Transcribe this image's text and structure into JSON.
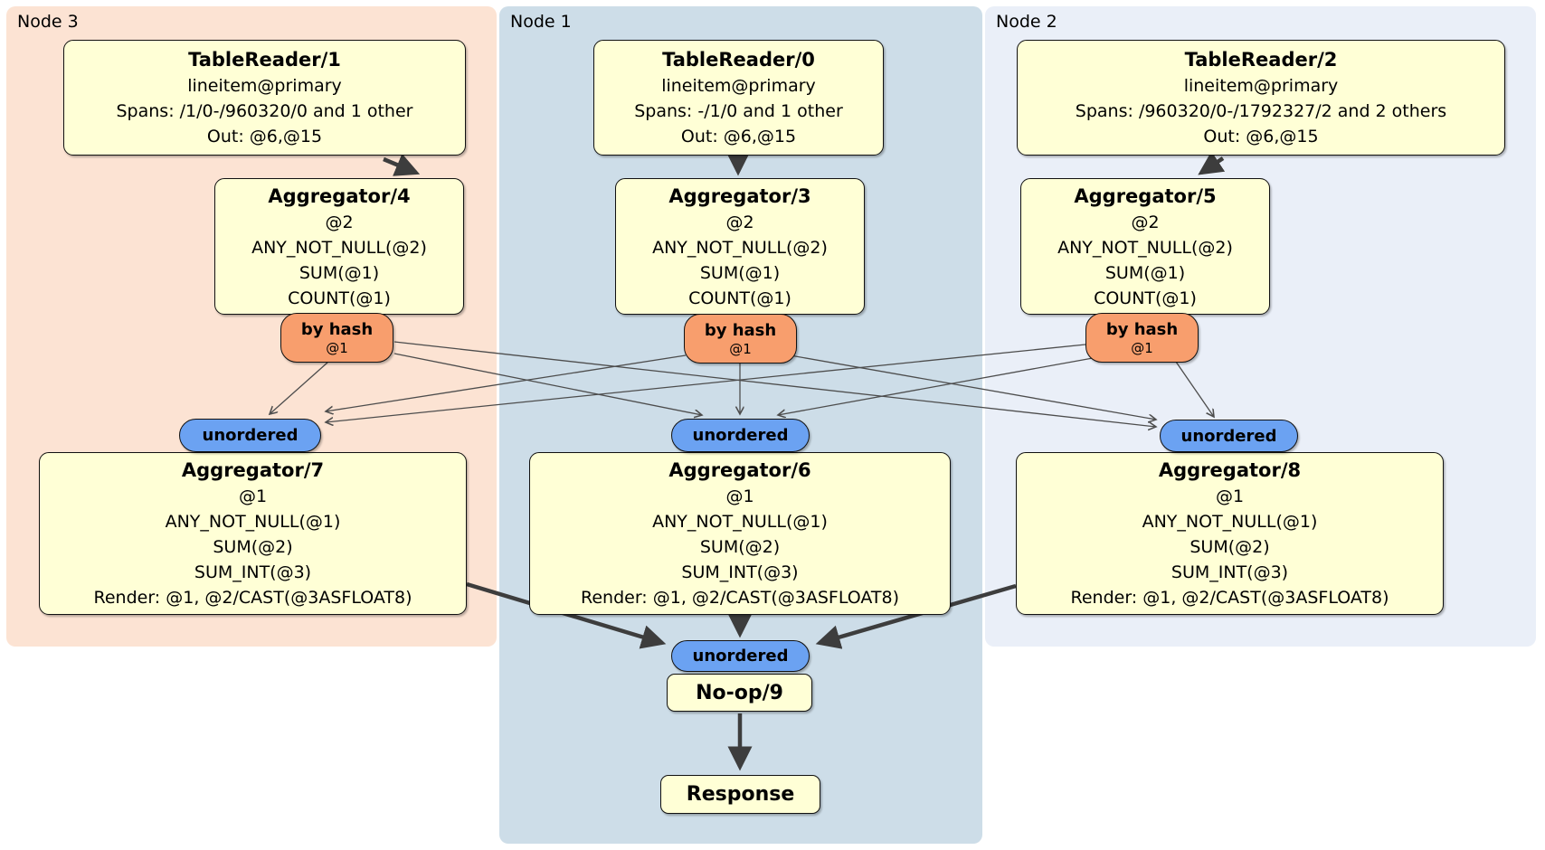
{
  "diagram": {
    "groups": [
      {
        "id": "node3",
        "label": "Node 3"
      },
      {
        "id": "node1",
        "label": "Node 1"
      },
      {
        "id": "node2",
        "label": "Node 2"
      }
    ],
    "table_readers": [
      {
        "title": "TableReader/1",
        "index": "lineitem@primary",
        "spans": "Spans: /1/0-/960320/0 and 1 other",
        "out": "Out: @6,@15"
      },
      {
        "title": "TableReader/0",
        "index": "lineitem@primary",
        "spans": "Spans: -/1/0 and 1 other",
        "out": "Out: @6,@15"
      },
      {
        "title": "TableReader/2",
        "index": "lineitem@primary",
        "spans": "Spans: /960320/0-/1792327/2 and 2 others",
        "out": "Out: @6,@15"
      }
    ],
    "top_aggregators": [
      {
        "title": "Aggregator/4",
        "lines": [
          "@2",
          "ANY_NOT_NULL(@2)",
          "SUM(@1)",
          "COUNT(@1)"
        ]
      },
      {
        "title": "Aggregator/3",
        "lines": [
          "@2",
          "ANY_NOT_NULL(@2)",
          "SUM(@1)",
          "COUNT(@1)"
        ]
      },
      {
        "title": "Aggregator/5",
        "lines": [
          "@2",
          "ANY_NOT_NULL(@2)",
          "SUM(@1)",
          "COUNT(@1)"
        ]
      }
    ],
    "routers": [
      {
        "label": "by hash",
        "key": "@1"
      },
      {
        "label": "by hash",
        "key": "@1"
      },
      {
        "label": "by hash",
        "key": "@1"
      }
    ],
    "syncs": [
      {
        "label": "unordered"
      },
      {
        "label": "unordered"
      },
      {
        "label": "unordered"
      }
    ],
    "bottom_aggregators": [
      {
        "title": "Aggregator/7",
        "lines": [
          "@1",
          "ANY_NOT_NULL(@1)",
          "SUM(@2)",
          "SUM_INT(@3)",
          "Render: @1, @2/CAST(@3ASFLOAT8)"
        ]
      },
      {
        "title": "Aggregator/6",
        "lines": [
          "@1",
          "ANY_NOT_NULL(@1)",
          "SUM(@2)",
          "SUM_INT(@3)",
          "Render: @1, @2/CAST(@3ASFLOAT8)"
        ]
      },
      {
        "title": "Aggregator/8",
        "lines": [
          "@1",
          "ANY_NOT_NULL(@1)",
          "SUM(@2)",
          "SUM_INT(@3)",
          "Render: @1, @2/CAST(@3ASFLOAT8)"
        ]
      }
    ],
    "final_sync": {
      "label": "unordered"
    },
    "noop": {
      "title": "No-op/9"
    },
    "response": {
      "title": "Response"
    }
  },
  "colors": {
    "node3_bg": "#fce3d3",
    "node1_bg": "#cddde8",
    "node2_bg": "#eaeff8",
    "box_bg": "#ffffd6",
    "router_bg": "#f89e6d",
    "sync_bg": "#6ba2f2",
    "edge": "#454545",
    "edge_thin": "#4d4d4d"
  }
}
